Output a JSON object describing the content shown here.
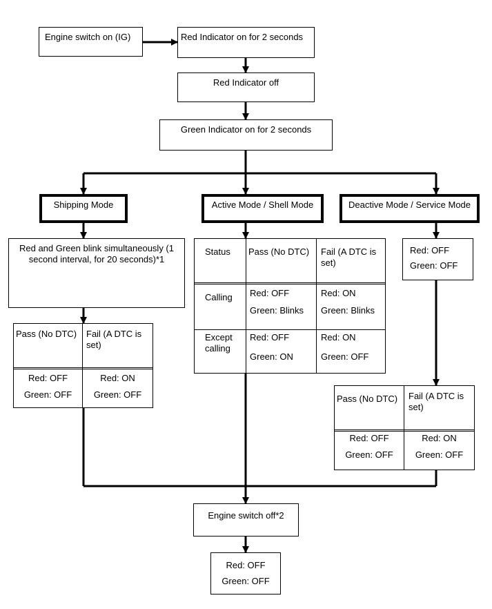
{
  "start": {
    "engine_on": "Engine switch on (IG)",
    "red_on": "Red Indicator on for 2 seconds",
    "red_off": "Red Indicator off",
    "green_on": "Green Indicator on for 2 seconds"
  },
  "modes": {
    "shipping": "Shipping Mode",
    "active": "Active Mode / Shell Mode",
    "deactive": "Deactive Mode / Service Mode"
  },
  "shipping": {
    "blink": "Red and Green blink simultaneously (1 second interval, for 20 seconds)*1",
    "pass_header": "Pass (No DTC)",
    "fail_header": "Fail (A DTC is set)",
    "pass_red": "Red: OFF",
    "pass_green": "Green: OFF",
    "fail_red": "Red: ON",
    "fail_green": "Green: OFF"
  },
  "active": {
    "status_header": "Status",
    "pass_header": "Pass (No DTC)",
    "fail_header": "Fail (A DTC is set)",
    "calling_label": "Calling",
    "calling_pass_red": "Red: OFF",
    "calling_pass_green": "Green: Blinks",
    "calling_fail_red": "Red: ON",
    "calling_fail_green": "Green: Blinks",
    "except_label": "Except calling",
    "except_pass_red": "Red: OFF",
    "except_pass_green": "Green: ON",
    "except_fail_red": "Red: ON",
    "except_fail_green": "Green: OFF"
  },
  "deactive": {
    "red": "Red: OFF",
    "green": "Green: OFF",
    "pass_header": "Pass (No DTC)",
    "fail_header": "Fail (A DTC is set)",
    "pass_red": "Red: OFF",
    "pass_green": "Green: OFF",
    "fail_red": "Red: ON",
    "fail_green": "Green: OFF"
  },
  "end": {
    "engine_off": "Engine switch off*2",
    "red": "Red: OFF",
    "green": "Green: OFF"
  }
}
